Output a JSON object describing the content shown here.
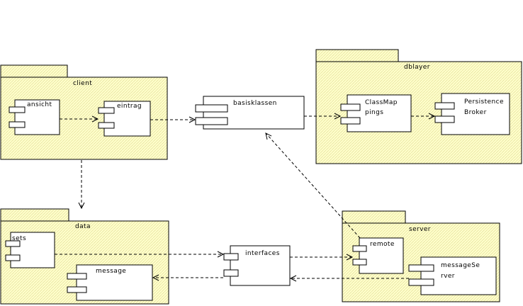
{
  "packages": {
    "client": "client",
    "dblayer": "dblayer",
    "data": "data",
    "server": "server"
  },
  "components": {
    "ansicht": "ansicht",
    "eintrag": "eintrag",
    "basisklassen": "basisklassen",
    "classmappings_line1": "ClassMap",
    "classmappings_line2": "pings",
    "persistence_line1": "Persistence",
    "persistence_line2": "Broker",
    "sets": "sets",
    "message": "message",
    "interfaces": "interfaces",
    "remote": "remote",
    "messageserver_line1": "messageSe",
    "messageserver_line2": "rver"
  },
  "colors": {
    "package_fill": "#ffffcc",
    "hatch": "#e6e2a0",
    "line": "#000000"
  }
}
